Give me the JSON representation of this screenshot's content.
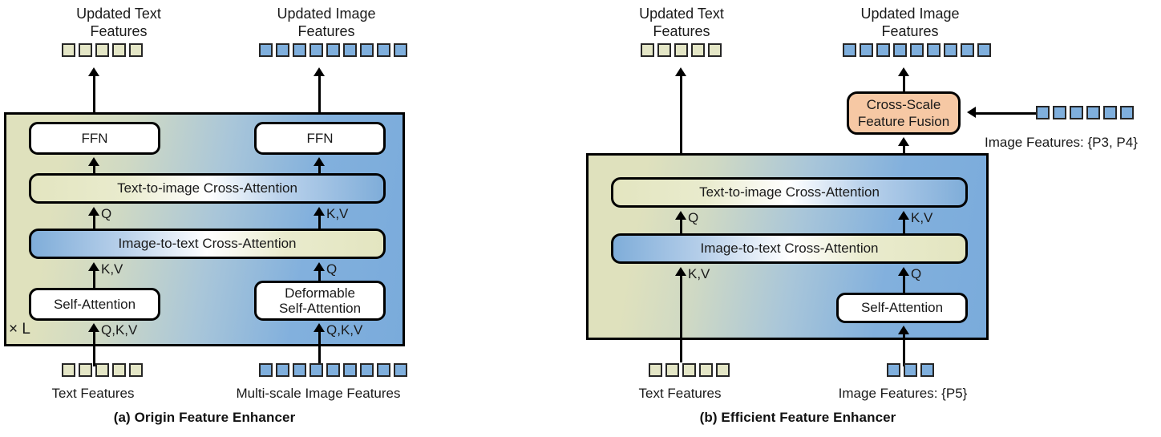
{
  "figure": {
    "panels": [
      {
        "id": "a",
        "caption": "(a) Origin Feature Enhancer",
        "repeat_label": "× L",
        "top_labels": [
          {
            "name": "updated-text-features",
            "text": "Updated Text\nFeatures",
            "token_count": 5,
            "token_type": "text"
          },
          {
            "name": "updated-image-features",
            "text": "Updated Image\nFeatures",
            "token_count": 9,
            "token_type": "image"
          }
        ],
        "blocks": [
          {
            "name": "ffn-text",
            "label": "FFN"
          },
          {
            "name": "ffn-image",
            "label": "FFN"
          },
          {
            "name": "text-to-image-cross-attention",
            "label": "Text-to-image Cross-Attention"
          },
          {
            "name": "image-to-text-cross-attention",
            "label": "Image-to-text Cross-Attention"
          },
          {
            "name": "self-attention-text",
            "label": "Self-Attention"
          },
          {
            "name": "deformable-self-attention-image",
            "label": "Deformable\nSelf-Attention"
          }
        ],
        "edge_labels": {
          "t2i_left": "Q",
          "t2i_right": "K,V",
          "i2t_left": "K,V",
          "i2t_right": "Q",
          "input_left": "Q,K,V",
          "input_right": "Q,K,V"
        },
        "bottom_inputs": [
          {
            "name": "text-features-input",
            "label": "Text Features",
            "token_count": 5,
            "token_type": "text"
          },
          {
            "name": "multiscale-image-features-input",
            "label": "Multi-scale Image Features",
            "token_count": 9,
            "token_type": "image"
          }
        ]
      },
      {
        "id": "b",
        "caption": "(b) Efficient Feature Enhancer",
        "top_labels": [
          {
            "name": "updated-text-features",
            "text": "Updated Text\nFeatures",
            "token_count": 5,
            "token_type": "text"
          },
          {
            "name": "updated-image-features",
            "text": "Updated Image\nFeatures",
            "token_count": 9,
            "token_type": "image"
          }
        ],
        "blocks": [
          {
            "name": "cross-scale-feature-fusion",
            "label": "Cross-Scale\nFeature Fusion"
          },
          {
            "name": "text-to-image-cross-attention",
            "label": "Text-to-image Cross-Attention"
          },
          {
            "name": "image-to-text-cross-attention",
            "label": "Image-to-text Cross-Attention"
          },
          {
            "name": "self-attention-image",
            "label": "Self-Attention"
          }
        ],
        "edge_labels": {
          "t2i_left": "Q",
          "t2i_right": "K,V",
          "i2t_left": "K,V",
          "i2t_right": "Q"
        },
        "side_input": {
          "name": "image-features-p3-p4",
          "label": "Image Features: {P3, P4}",
          "token_count": 6,
          "token_type": "image"
        },
        "bottom_inputs": [
          {
            "name": "text-features-input",
            "label": "Text Features",
            "token_count": 5,
            "token_type": "text"
          },
          {
            "name": "image-features-p5-input",
            "label": "Image Features: {P5}",
            "token_count": 3,
            "token_type": "image"
          }
        ]
      }
    ]
  },
  "colors": {
    "text_token": "#e4e6c6",
    "image_token": "#7fafdd",
    "fusion_block": "#f6c8a4",
    "outline": "#000000",
    "gradient_khaki": "#dfe1bd",
    "gradient_blue": "#7aabdb"
  }
}
